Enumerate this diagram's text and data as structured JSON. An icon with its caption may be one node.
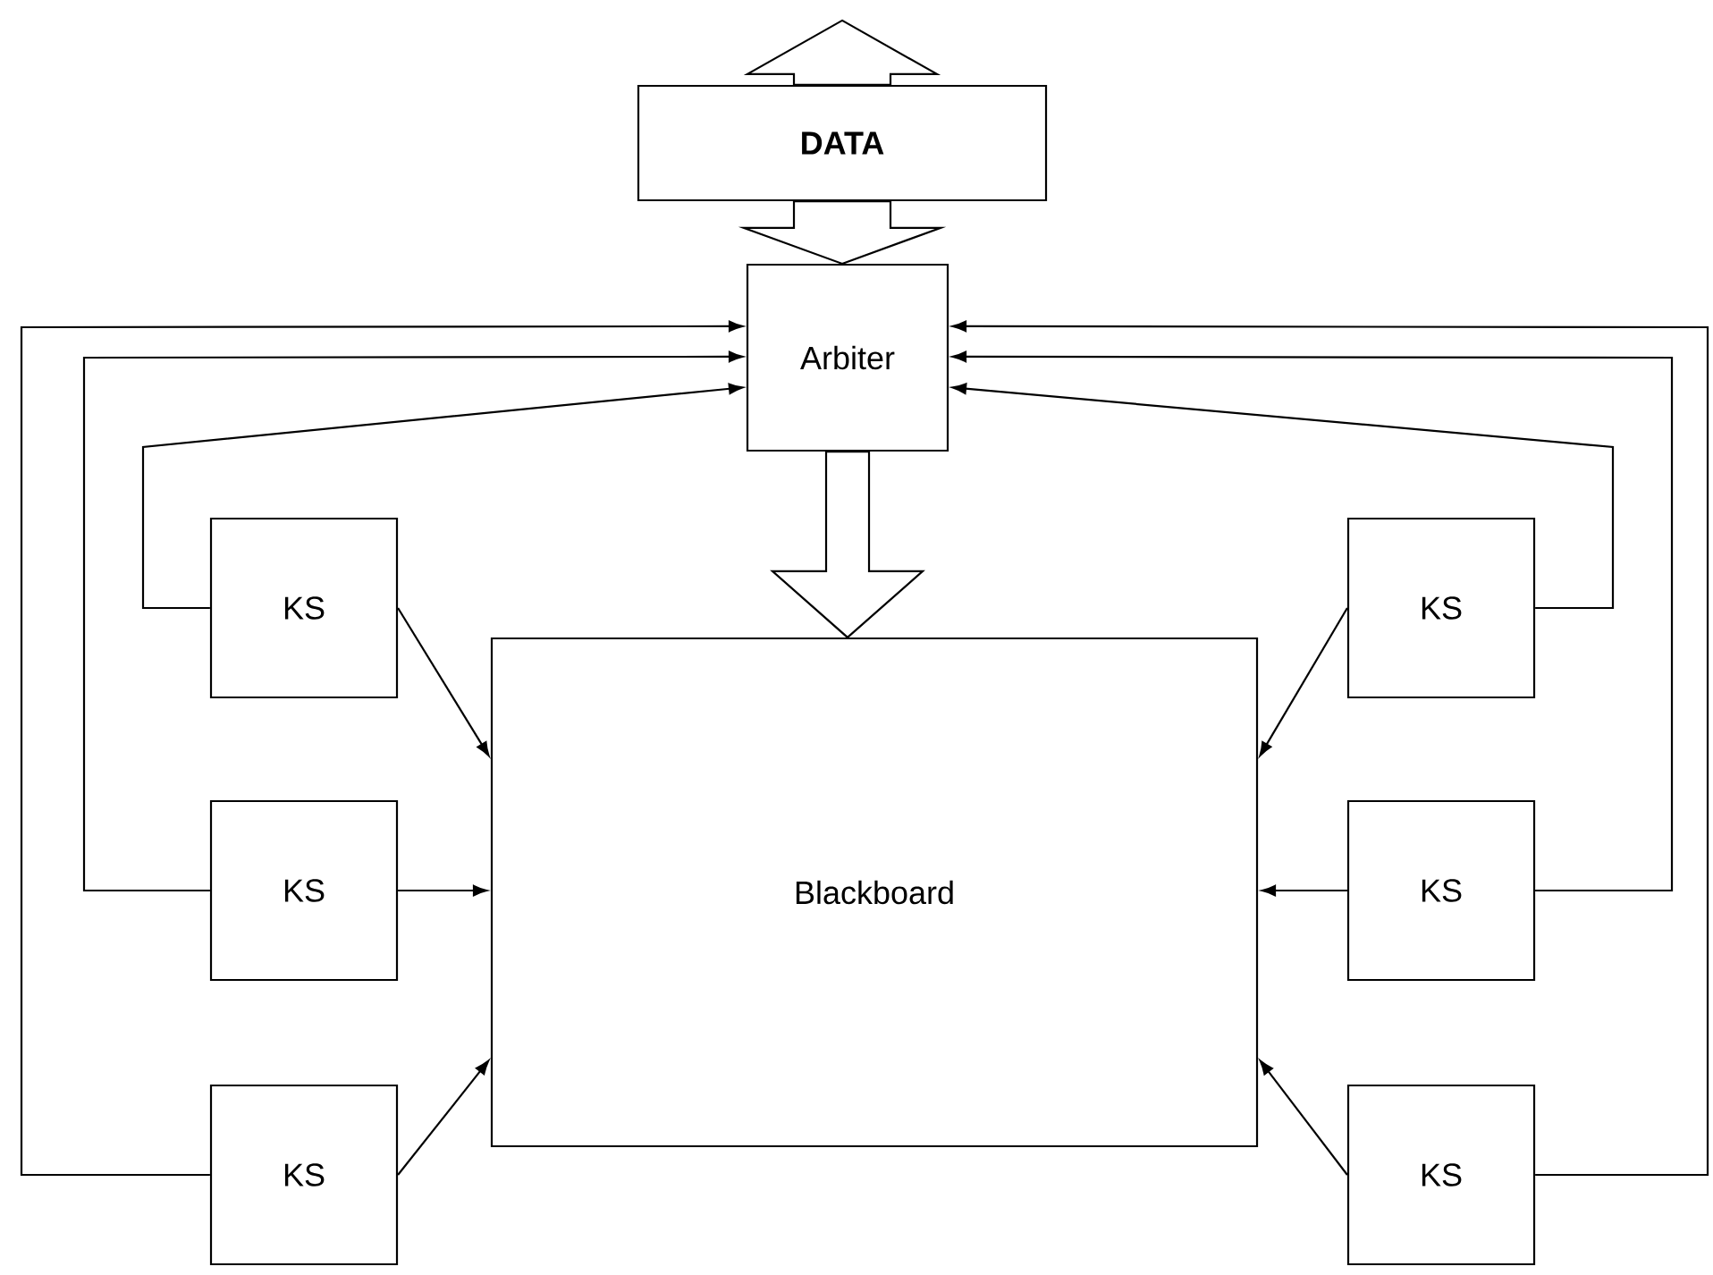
{
  "diagram": {
    "nodes": [
      {
        "text": [
          "DATA"
        ]
      },
      {
        "text": [
          "Arbiter"
        ]
      },
      {
        "text": [
          "KS"
        ]
      },
      {
        "text": [
          "KS"
        ]
      },
      {
        "text": [
          "Blackboard"
        ]
      },
      {
        "text": [
          "KS"
        ]
      },
      {
        "text": [
          "KS"
        ]
      },
      {
        "text": [
          "KS"
        ]
      },
      {
        "text": [
          "KS"
        ]
      }
    ],
    "edges": [
      {
        "from": 0,
        "to": 1,
        "arrow": "to",
        "style": "thick"
      },
      {
        "from": 0,
        "to": null,
        "arrow": "to",
        "style": "thick"
      },
      {
        "from": 1,
        "to": 4,
        "arrow": "to",
        "style": "thick"
      },
      {
        "from": 2,
        "to": 4,
        "arrow": "to"
      },
      {
        "from": 3,
        "to": 4,
        "arrow": "to"
      },
      {
        "from": 5,
        "to": 4,
        "arrow": "to"
      },
      {
        "from": 6,
        "to": 4,
        "arrow": "to"
      },
      {
        "from": 7,
        "to": 4,
        "arrow": "to"
      },
      {
        "from": 8,
        "to": 4,
        "arrow": "to"
      },
      {
        "from": 2,
        "to": 1,
        "arrow": "to"
      },
      {
        "from": 3,
        "to": 1,
        "arrow": "to"
      },
      {
        "from": 5,
        "to": 1,
        "arrow": "to"
      },
      {
        "from": 6,
        "to": 1,
        "arrow": "to"
      },
      {
        "from": 7,
        "to": 1,
        "arrow": "to"
      },
      {
        "from": 8,
        "to": 1,
        "arrow": "to"
      }
    ]
  }
}
